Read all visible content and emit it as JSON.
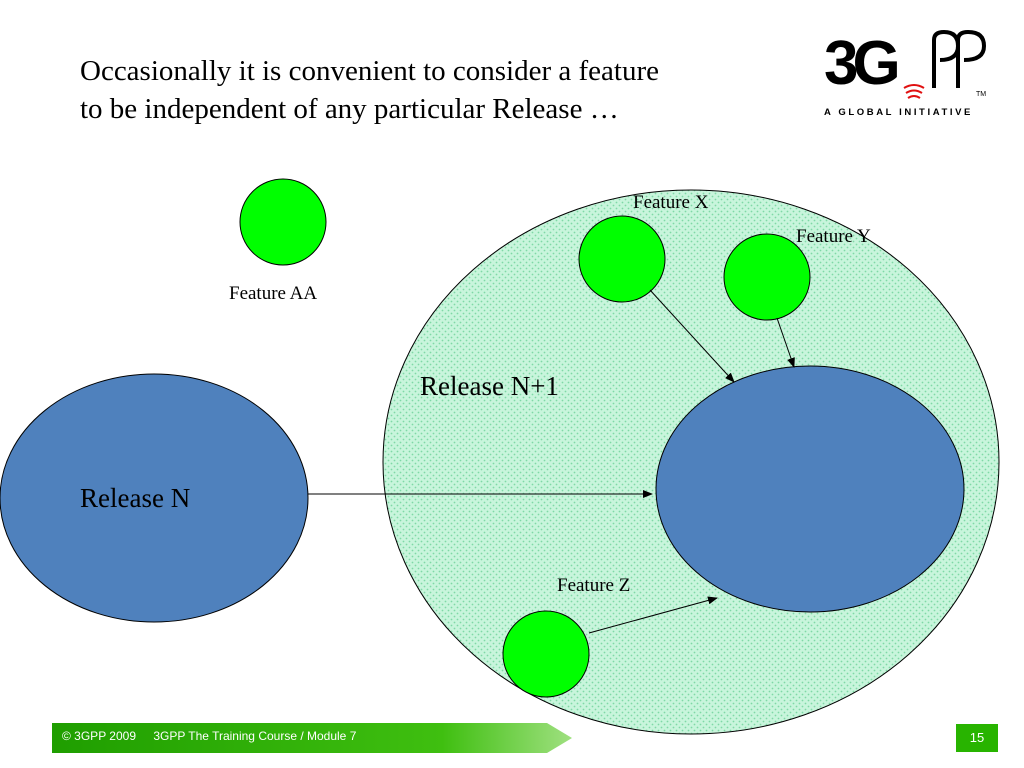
{
  "slide": {
    "title_line1": "Occasionally it is convenient to consider a feature",
    "title_line2": "to be independent of any particular Release …"
  },
  "logo": {
    "mark": "3GPP",
    "tagline": "A GLOBAL INITIATIVE",
    "tm": "TM"
  },
  "diagram": {
    "release_n": "Release N",
    "release_n1": "Release N+1",
    "features": {
      "aa": "Feature AA",
      "x": "Feature X",
      "y": "Feature Y",
      "z": "Feature Z"
    }
  },
  "footer": {
    "copyright": "© 3GPP 2009",
    "course": "3GPP The Training Course / Module 7",
    "page_number": "15"
  },
  "colors": {
    "release_fill": "#4f81bd",
    "feature_fill": "#00ff00",
    "dotted_fill": "#c8f5dc",
    "footer_green": "#28b400"
  }
}
